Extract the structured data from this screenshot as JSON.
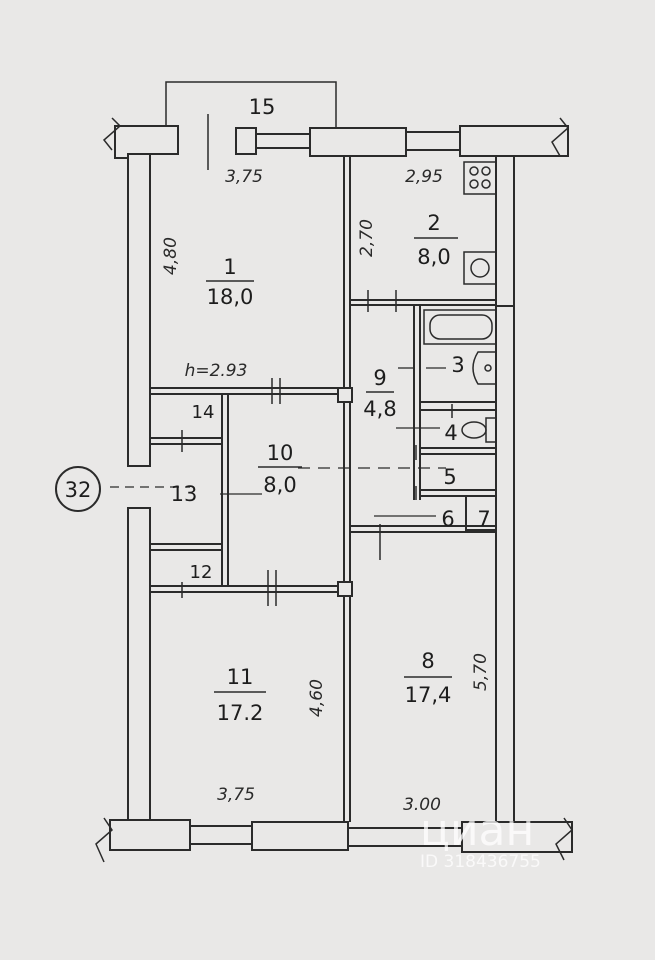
{
  "rooms": {
    "r1": {
      "number": "1",
      "area": "18,0"
    },
    "r2": {
      "number": "2",
      "area": "8,0"
    },
    "r3": {
      "number": "3"
    },
    "r4": {
      "number": "4"
    },
    "r5": {
      "number": "5"
    },
    "r6": {
      "number": "6"
    },
    "r7": {
      "number": "7"
    },
    "r8": {
      "number": "8",
      "area": "17,4"
    },
    "r9": {
      "number": "9",
      "area": "4,8"
    },
    "r10": {
      "number": "10",
      "area": "8,0"
    },
    "r11": {
      "number": "11",
      "area": "17.2"
    },
    "r12": {
      "number": "12"
    },
    "r13": {
      "number": "13"
    },
    "r14": {
      "number": "14"
    },
    "r15": {
      "number": "15"
    }
  },
  "dimensions": {
    "room1_width": "3,75",
    "room1_length": "4,80",
    "room2_width": "2,95",
    "room2_length": "2,70",
    "ceiling_height": "h=2.93",
    "room11_width": "3,75",
    "room11_length": "4,60",
    "room8_width": "3.00",
    "room8_length": "5,70"
  },
  "axis_marker": "32",
  "watermark": {
    "brand": "циан",
    "id": "ID 318436755"
  },
  "colors": {
    "paper": "#e9e8e7",
    "ink": "#2b2b2b"
  }
}
